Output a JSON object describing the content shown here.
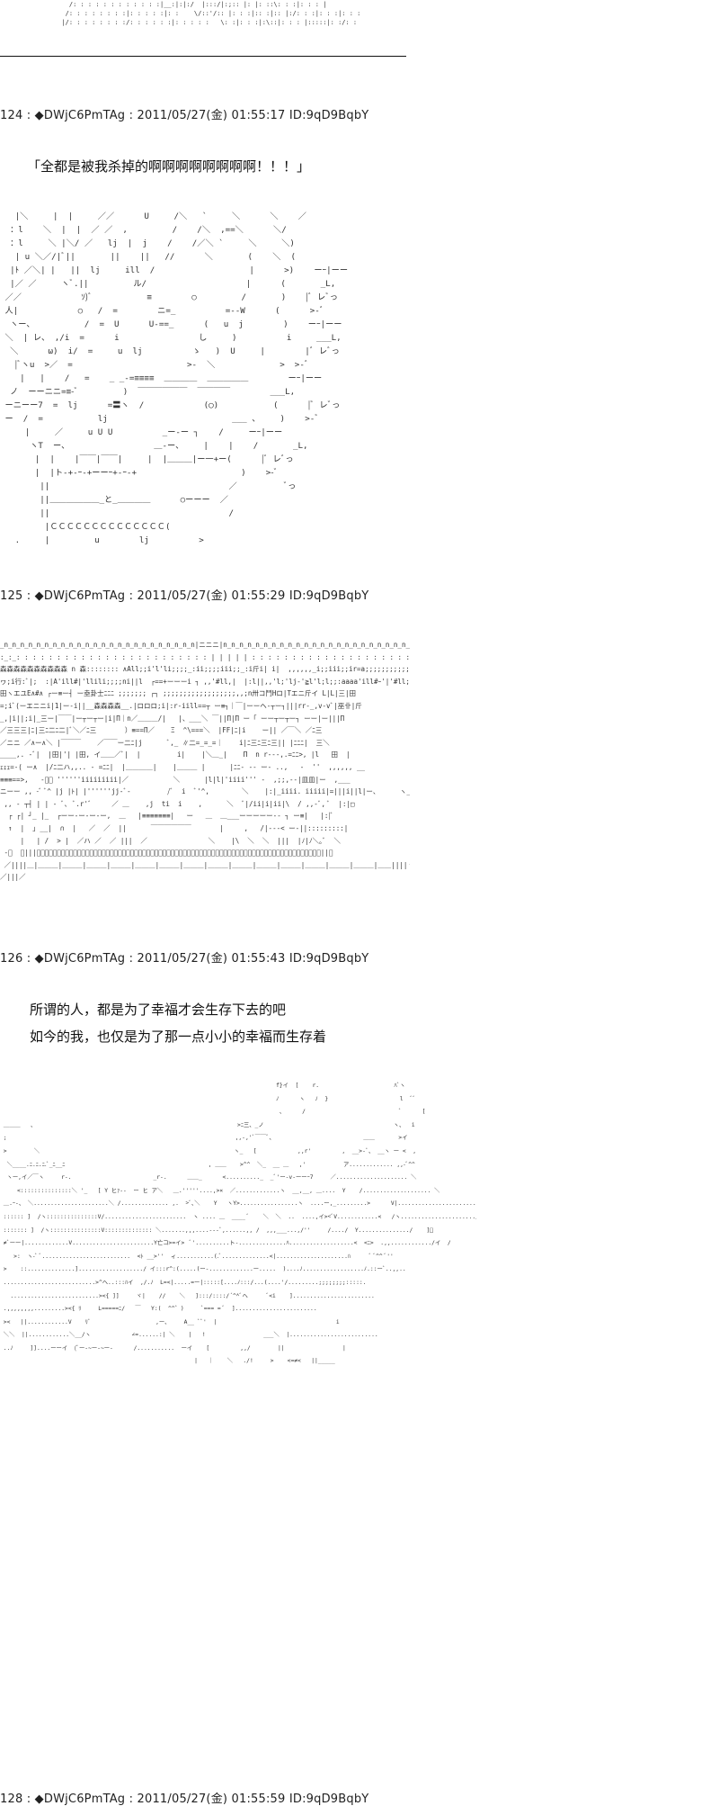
{
  "posts": [
    {
      "header": "124 : ◆DWjC6PmTAg : 2011/05/27(金) 01:55:17 ID:9qD9BqbY",
      "lines": [
        "「全都是被我杀掉的啊啊啊啊啊啊啊啊！！！」"
      ]
    },
    {
      "header": "125 : ◆DWjC6PmTAg : 2011/05/27(金) 01:55:29 ID:9qD9BqbY",
      "lines": []
    },
    {
      "header": "126 : ◆DWjC6PmTAg : 2011/05/27(金) 01:55:43 ID:9qD9BqbY",
      "lines": [
        "所谓的人，都是为了幸福才会生存下去的吧",
        "如今的我，也仅是为了那一点小小的幸福而生存着"
      ]
    },
    {
      "header": "128 : ◆DWjC6PmTAg : 2011/05/27(金) 01:55:59 ID:9qD9BqbY",
      "lines": []
    }
  ],
  "art": {
    "top": "    /: : : : : : : : : : : :|__:|:|:/  |:::/|:;:: |: |: ::\\: : :|: : : |\n   /: : : : : : : :|: : : : :|: :    \\/::'/:: |: : :|:: :|:: |:/: : :|: : :|: : : :\\\n  |/: : : : : : : :/: : : : : :|: : : : :   \\: :|: : :|:\\::|: : : |:::::|: :/: : : :|:\\: : :",
    "face": "   |＼     |  |     ／／      U     /＼   `     ＼      ＼    ／\n  ：l    ＼  |  |  ／ ／  ,         /    /＼  ,==＼      ＼/\n  ：l     ＼ |＼/ ／   lj  |  j    /    /／＼ `     ＼     ＼)\n   | u ＼／/|ﾞ||       ||    ||   //      ＼       (    ＼  (\n  |ﾄ ／＼| |   ||  lj     ill  /                   |      >)    ーｰ|ーー\n  |／ ／     ヽﾞ.||         ル/                    |      (       _L,\n ／／            ｿ)ﾞ           ≡        ○         /       )    |ﾞ レﾞっ\n 人|            ○   /  =        ニ=_          =--W      (      >-ﾞ\n  ヽー、          /  =  U      U-==_      (   u  j        )    ーｰ|ーー\n ＼  | レ、 ,/i  =      i                し     )          i     ___L,\n  ＼      ω)  i/  =     u  lj          ゝ   )  U     |        |ﾞ レﾞっ\n   |ﾞヽu  >／  =                       >-  ＼             >  >-ﾞ\n    |   |    /   =    _ _-=≡≡≡≡  ＿＿＿＿  ＿＿＿＿＿        ーｰ|ーー\n  ノ  ーーニニ=≡-ﾞ         )  ￣￣￣￣￣￣  ￣￣￣￣        ___L,\n ーニーー7  =  lj      =〓ヽ  /            (◯)           (      |ﾞ レﾞっ\n ー  /  =           lj                         ___ 、    )    >-ﾞ\n     |     ／     u U U          _ー-ー ┐    /     ーｰ|ーー\n      ヽT  ー、                 ＿-ー、    |    |    /       _L,\n       |  |    |￣￣|￣￣|     |  |＿＿＿|ー一+ー(      |ﾞ レﾞっ\n       |  |ト-+-ｰ-+ーーｰ+-ｰ-+                     )    >-ﾞ\n        ||                                    ／          ﾞっ\n        ||＿＿＿＿＿＿_と_＿＿＿＿      ○ーーー  ／\n        ||                                    /\n         |ＣＣＣＣＣＣＣＣＣＣＣＣＣＣ(\n   .     |         u        lj          >",
    "castle": "_n_n_n_n_n_n_n_n_n_n_n_n_n_n_n_n_n_n_n_n_n_n_n_n|ニニニ|n_n_n_n_n_n_n_n_n_n_n_n_n_n_n_n_n_n_n_n_n_n_n_n\n:_:_: : : : : : : : : : : : : : : : : : : : : : : : | | | | | : : : : : : : : : : : : : : : : : : : : : : : : : : :\n森森森森森森森森森森 n 森:::::::: ∧All;;i'l'li;;;;_:ii;;;;iii;;_:i斤i| i|  ,,,,,,_i;;iii;;ir=a;;;;;;;;;;;;;;;;;;;;;;n\nヮ;i行:ﾞ|;  :|A'ill#|'llili;;;;ni||l  ┌==+ーーーi ┐ ,,'#ll,|  |:l||,,'l;'lj-'≧l'l;l;;:aaaa'ill#ｰ'|'#ll;li;;;i;;;;ヘ∧凸;;;;\n田ヽエユE∧#∧ ┌ー≡ー┤ ー坴卦士ﾆﾆﾆ ;;;;;;; ┌┐ ;;;;;;;;;;;;;;;;;;,,;n卅コ鬥Hロ|Tエニ斤イ L|L|三|田\n=;iﾞ(ーエニニi|1|ー-i||__森森森森__.|ロロロ;i|:r-iill==┬ ー≡┐｜￣|ーーヘ-┬ー┐|||rr-_,v-vﾞ|巫卝|斤\n_,|i||;i|_三ー|￣￣|ー┬ー┬ー|i|Π｜n／＿＿＿/|   |、___＼ ￣||Π|Π ー「 ーー┬ー┬ー┐ ーー|ー|||Π\n／三三三|ﾆ|三ﾆ二ﾆ二|ﾞ＼／ﾆ三       ）≡==Π／    Ξ  ^\\===＼  |FF|ﾆ|i    ー|| ／￣＼ ／ﾆ三\n／ニニ ／∧ー∧＼ |￣￣￣    ／￣￣ー二ﾆ|j      ﾞ,_ ∥二=_=_=｜    i|ﾆ三ﾆ三ﾆ三|| |ﾆﾆﾆ|  三＼\n____,. -ﾞ|  |田|'| |田, イ＿＿／ﾞ|  |         i|    |＼＿_|    Π  n r---,.=ﾆﾆ>, |l   田  |\nｪｪｪ=-( ー∧  |/ﾆ二ハ,,.. - =ﾆﾆ|  |＿＿＿＿|    |＿＿＿ |      |ﾆﾆ- -- ー- ..,   -  ''  ,,,,,, __\n≡≡≡==>,   -ﾞー ''''''iiiiiiiii|／           ＼      |l|l|'iiii''' -  ,;;,--|皿皿|ー  ,___\nニーー ,, -ﾞ ﾞ^ |j |ﾄ| |''''''jj-ﾞ-         /ﾞ  i  ﾞ'^,        ＼    |:|_iiii. iiiii|=|||i||l|ー、     ヽ__,,vi=\n ,, - ┬┤ | | - ﾞ、 ﾞ.r'ﾞ     ／ ＿    ,j  ti  i    ,      ＼  ﾞ|/ii|i|ii|\\  / ,,-ﾞ, ﾞ  |:|□\n  ┌ ┌| ┘_ |_  ┌ーー-ー-ー-ー,  ＿   |≡≡≡≡≡≡≡|   ー   ＿  ＿___ーーーーー-- ┐ ー≡|   |:|ﾞ\n  ↑  |  ｣ __|  ∩  |   ／  ／  ||      ￣￣￣￣￣￣       |     ,   /|---< ー-||:::::::::|\n     |   | /  > |  ／ハ ／  ／ |||  ／               ＼    |\\  ＼  ＼  |||  |ﾉ|ﾉ＼｡ﾞ  ＼\n -ﾞ  ／|||ﾞﾞ〒ﾞﾞ〒ﾞﾞ〒ﾞﾞ〒ﾞﾞ〒ﾞﾞ〒ﾞﾞ〒ﾞﾞ〒ﾞﾞ〒ﾞﾞ〒ﾞﾞ〒ﾞﾞ〒ﾞﾞ〒ﾞﾞ〒ﾞﾞ〒ﾞﾞ〒ﾞﾞ〒ﾞﾞ〒ﾞﾞ〒ﾞﾞ〒ﾞﾞ〒ﾞﾞ〒ﾞﾞ〒ﾞ||＼\n ／||||＿|＿＿＿|＿＿＿|＿＿＿|＿＿＿|＿＿＿|＿＿＿|＿＿＿|＿＿＿|＿＿＿|＿＿＿|＿＿＿|＿＿＿|＿＿＿|＿＿＿|＿＿||||ヽ\n／|||／                                                                                                  ＼",
    "crowd": "                                                                                 f}イ  [    r.                      ﾊﾞヽ\n                                                                                 ﾉ      ヽ   ﾉ  }                     l  ﾞﾞ\n                                                                                  、     /                            ﾞ      [\n ＿＿＿   、                                                           >ﾆ三、_ノ                                      ヽ、  i\n ;                                                                   ,,-,'ﾞ￣￣ﾞ、                          ＿＿       >イ\n >        ＼                                                         ヽ_   [            ,,r'         ,  __>-ﾞ、 __ヽ ー <  ,\n  ＼____.ﾆ.ﾆ.ﾆ.ﾞ_ﾆ__ﾆ                                          , ＿＿    >^^  ＼_  __ ＿   ,'           ア............. ,,-ﾞ^^\n  ヽー,イ／￣ヽ     r-.                        _r-.      ＿＿_      <.........._  _ﾞ'ー-v-ーーｰ7     ／..................... ＼\n     <:::::::::::::::＼ '_   [ Y ヒｧ--  ー ヒ ア＼   ＿.'''''....,>×  ／.............ヽ  __,__, ＿....  Y    /.................... ＼\n ＿.ｰ-、 ＼......................＼ /.............. ,.  >ﾞ､＼    Y   ヽY>.................ヽ  ....ー,_.........>      V|............................\n :::::: ]  /ヽ:::::::::::::::V/........................  ヽ .... ＿  ____ ﾞ    ＼  ＼  ..  ....,イ><ﾞV............<   /ヽ....................../\n ::::::: ]  /ヽ:::::::::::::::V:::::::::::::: ＼.......,,,....-‐-ﾞ,......,, /  ,,,___...,/''     /..../  Y.............../    ]ﾞ             /V  /\n ≠ﾞーー|.............V........................Y亡コ>=イ>  ﾞ'..........ト-..............ﾊ...................<  <ﾆ>  .,,............/イ  /\n    >:  ヽ-ﾞ ﾞ..........................  <ﾄ __>''  ィ...........(.ﾞ..............<|.....................ﾊ      ﾞ ﾞ^^ ﾞ''\n >    ::..............].................../ イ:::r^:(.....(ー-.............ー.....  )....ﾉ..................ﾉ.::ーﾞ..,,..\n ...........................>^ヘ..:::ﾊイ  ,/.ﾉ  L=<|.....=ー|:::::[....ﾉ:::/...(....'/.........;;;;;;;;:::::.\n   ..........................><{ ]]     ヾ|    //    ＼   ]:::/::::/´^^ﾞヘ      ﾞ<i    ]........................\n .,,,,,,,,.........><{ ﾘ     L=====ﾆ/   ￣   Y:(  ^^゛)     ﾞ=== = ﾞ  ]........................\n ><   ||............V    ﾘﾞ                   ,ー、    A__ ﾞﾞ'  |                                   i\n ＼＼  ||............＼__/ヽ            ∠=......:| ＼    |   !                 ___＼  |..........................\n ..ﾉ     ]]....ーーイ  (ﾞー-~ー-~ー-      /...........  ーイ    [         ,,/        ||                 |\n                                                         |   ｜    ＼   ./!     >    <=≠<   ||_____"
  }
}
